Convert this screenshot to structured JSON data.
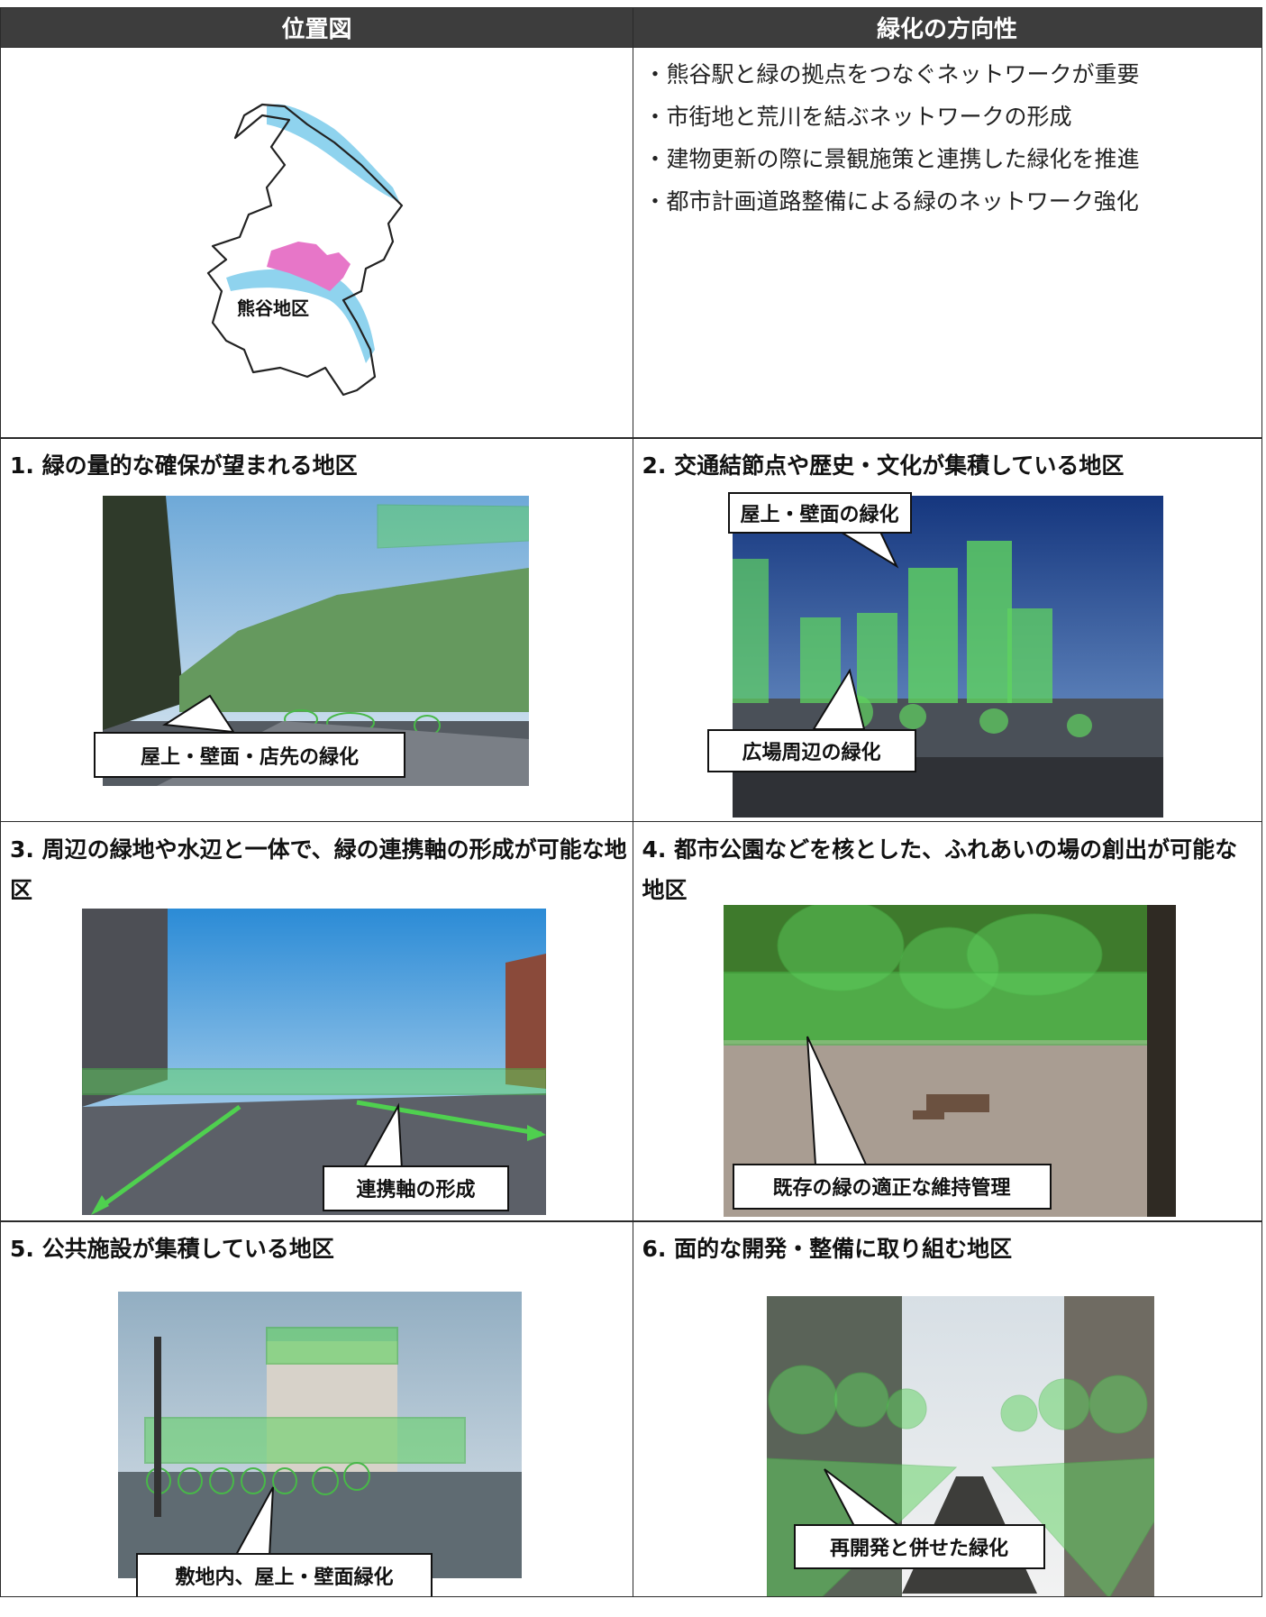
{
  "header": {
    "left": "位置図",
    "right": "緑化の方向性"
  },
  "map": {
    "district_label": "熊谷地区"
  },
  "directions": [
    "熊谷駅と緑の拠点をつなぐネットワークが重要",
    "市街地と荒川を結ぶネットワークの形成",
    "建物更新の際に景観施策と連携した緑化を推進",
    "都市計画道路整備による緑のネットワーク強化"
  ],
  "districts": [
    {
      "title": "1. 緑の量的な確保が望まれる地区",
      "callout": "屋上・壁面・店先の緑化"
    },
    {
      "title": "2. 交通結節点や歴史・文化が集積している地区",
      "callouts": [
        "屋上・壁面の緑化",
        "広場周辺の緑化"
      ]
    },
    {
      "title": "3. 周辺の緑地や水辺と一体で、緑の連携軸の形成が可能な地区",
      "callout": "連携軸の形成"
    },
    {
      "title": "4. 都市公園などを核とした、ふれあいの場の創出が可能な地区",
      "callout": "既存の緑の適正な維持管理"
    },
    {
      "title": "5. 公共施設が集積している地区",
      "callout": "敷地内、屋上・壁面緑化"
    },
    {
      "title": "6. 面的な開発・整備に取り組む地区",
      "callout": "再開発と併せた緑化"
    }
  ],
  "colors": {
    "header_bg": "#3d3d3d",
    "green_overlay": "#5fd35f",
    "river": "#8fd3ee",
    "district": "#e776c8"
  }
}
